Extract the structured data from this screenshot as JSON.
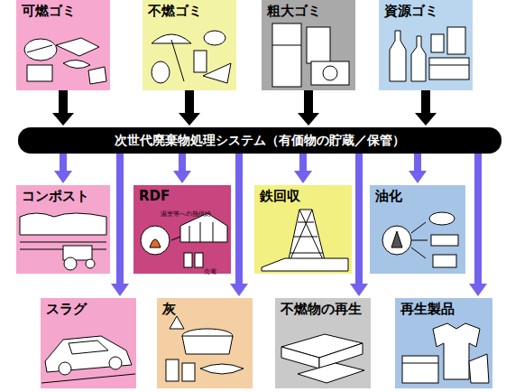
{
  "diagram": {
    "nodes": [
      {
        "text": [
          "可燃ゴミ"
        ]
      },
      {
        "text": [
          "不燃ゴミ"
        ]
      },
      {
        "text": [
          "粗大ゴミ"
        ]
      },
      {
        "text": [
          "資源ゴミ"
        ]
      },
      {
        "text": [
          "次世代廃棄物処理システム（有価物の貯蔵／保管）"
        ]
      },
      {
        "text": [
          "コンポスト"
        ]
      },
      {
        "text": [
          "RDF"
        ]
      },
      {
        "text": [
          "鉄回収"
        ]
      },
      {
        "text": [
          "油化"
        ]
      },
      {
        "text": [
          "スラグ"
        ]
      },
      {
        "text": [
          "灰"
        ]
      },
      {
        "text": [
          "不燃物の再生"
        ]
      },
      {
        "text": [
          "再生製品"
        ]
      }
    ],
    "edges": [
      {
        "from": 0,
        "to": 4,
        "arrow": "to"
      },
      {
        "from": 1,
        "to": 4,
        "arrow": "to"
      },
      {
        "from": 2,
        "to": 4,
        "arrow": "to"
      },
      {
        "from": 3,
        "to": 4,
        "arrow": "to"
      },
      {
        "from": 4,
        "to": 5,
        "arrow": "to"
      },
      {
        "from": 4,
        "to": 6,
        "arrow": "to"
      },
      {
        "from": 4,
        "to": 7,
        "arrow": "to"
      },
      {
        "from": 4,
        "to": 8,
        "arrow": "to"
      },
      {
        "from": 4,
        "to": 9,
        "arrow": "to"
      },
      {
        "from": 4,
        "to": 10,
        "arrow": "to"
      },
      {
        "from": 4,
        "to": 11,
        "arrow": "to"
      },
      {
        "from": 4,
        "to": 12,
        "arrow": "to"
      }
    ],
    "labels": [
      "温室等への熱供給",
      "売電"
    ]
  }
}
